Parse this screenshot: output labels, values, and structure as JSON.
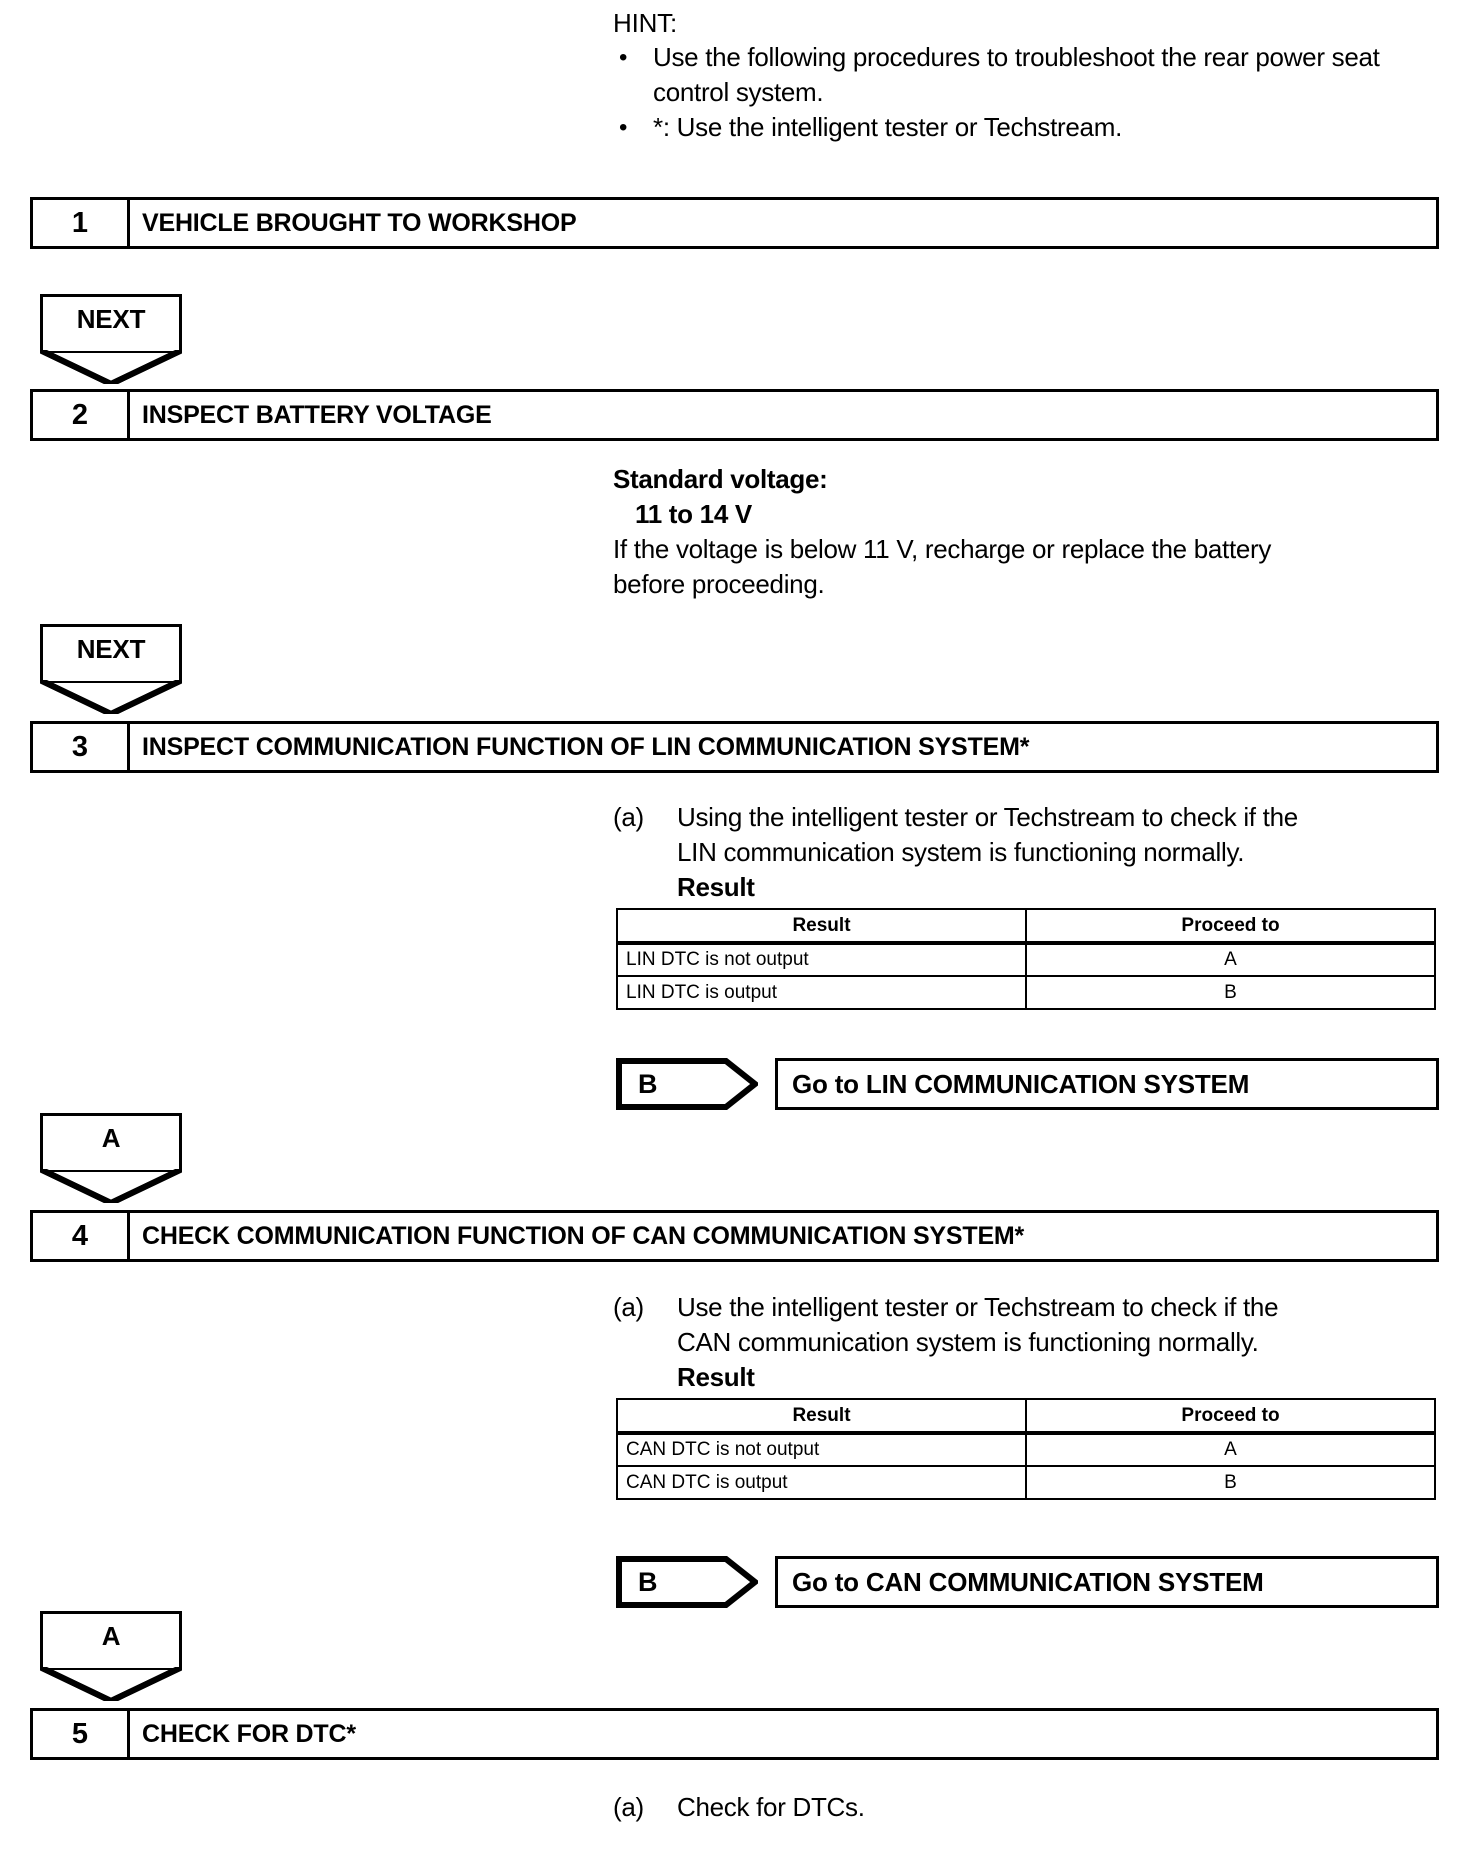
{
  "hint": {
    "title": "HINT:",
    "bullet_char": "•",
    "items": [
      "Use the following procedures to troubleshoot the rear power seat control system.",
      "*: Use the intelligent tester or Techstream."
    ]
  },
  "steps": [
    {
      "number": "1",
      "title": "VEHICLE BROUGHT TO WORKSHOP"
    },
    {
      "number": "2",
      "title": "INSPECT BATTERY VOLTAGE",
      "body": {
        "heading": "Standard voltage:",
        "value": "11 to 14 V",
        "note_line1": "If the voltage is below 11 V, recharge or replace the battery",
        "note_line2": "before proceeding."
      }
    },
    {
      "number": "3",
      "title": "INSPECT COMMUNICATION FUNCTION OF LIN COMMUNICATION SYSTEM*",
      "body": {
        "mark": "(a)",
        "line1": "Using the intelligent tester or Techstream to check if the",
        "line2": "LIN communication system is functioning normally.",
        "result_label": "Result"
      },
      "table": {
        "headers": [
          "Result",
          "Proceed to"
        ],
        "rows": [
          [
            "LIN DTC is not output",
            "A"
          ],
          [
            "LIN DTC is output",
            "B"
          ]
        ]
      },
      "branch": {
        "label": "B",
        "target": "Go to LIN COMMUNICATION SYSTEM"
      }
    },
    {
      "number": "4",
      "title": "CHECK COMMUNICATION FUNCTION OF CAN COMMUNICATION SYSTEM*",
      "body": {
        "mark": "(a)",
        "line1": "Use the intelligent tester or Techstream to check if the",
        "line2": "CAN communication system is functioning normally.",
        "result_label": "Result"
      },
      "table": {
        "headers": [
          "Result",
          "Proceed to"
        ],
        "rows": [
          [
            "CAN DTC is not output",
            "A"
          ],
          [
            "CAN DTC is output",
            "B"
          ]
        ]
      },
      "branch": {
        "label": "B",
        "target": "Go to CAN COMMUNICATION SYSTEM"
      }
    },
    {
      "number": "5",
      "title": "CHECK FOR DTC*",
      "body": {
        "mark": "(a)",
        "line1": "Check for DTCs."
      }
    }
  ],
  "connectors": [
    {
      "label": "NEXT"
    },
    {
      "label": "NEXT"
    },
    {
      "label": "A"
    },
    {
      "label": "A"
    }
  ],
  "colors": {
    "ink": "#000000",
    "paper": "#ffffff"
  }
}
